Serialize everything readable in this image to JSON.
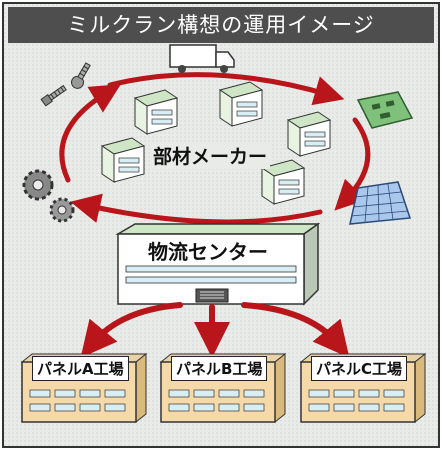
{
  "title": "ミルクラン構想の運用イメージ",
  "parts_maker_label": "部材メーカー",
  "logistics_center_label": "物流センター",
  "plants": [
    {
      "label": "パネルA工場"
    },
    {
      "label": "パネルB工場"
    },
    {
      "label": "パネルC工場"
    }
  ],
  "colors": {
    "title_bar": "#4e4e4e",
    "background": "#e9ebe9",
    "arrow": "#b8161b",
    "building_roof": "#cfe6c6",
    "plant_wall": "#f5d9a8",
    "window": "#d8eef5"
  },
  "icons": [
    "truck-icon",
    "screw-icon",
    "gear-icon",
    "circuit-board-icon",
    "panel-grid-icon"
  ]
}
